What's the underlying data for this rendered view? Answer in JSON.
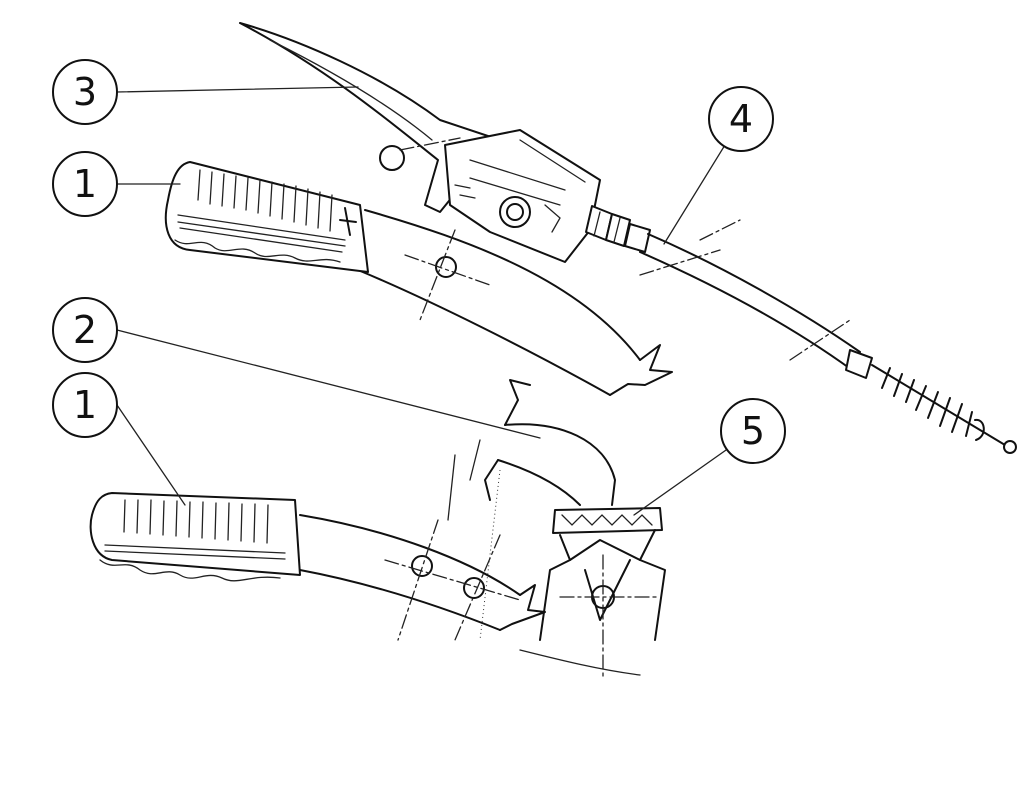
{
  "callouts": [
    {
      "label": "1"
    },
    {
      "label": "1"
    },
    {
      "label": "2"
    },
    {
      "label": "3"
    },
    {
      "label": "4"
    },
    {
      "label": "5"
    }
  ],
  "colors": {
    "ink": "#111111",
    "paper": "#ffffff"
  },
  "icons": [
    "handlebar-grip-icon",
    "brake-lever-icon",
    "brake-cable-icon",
    "clamp-icon"
  ]
}
